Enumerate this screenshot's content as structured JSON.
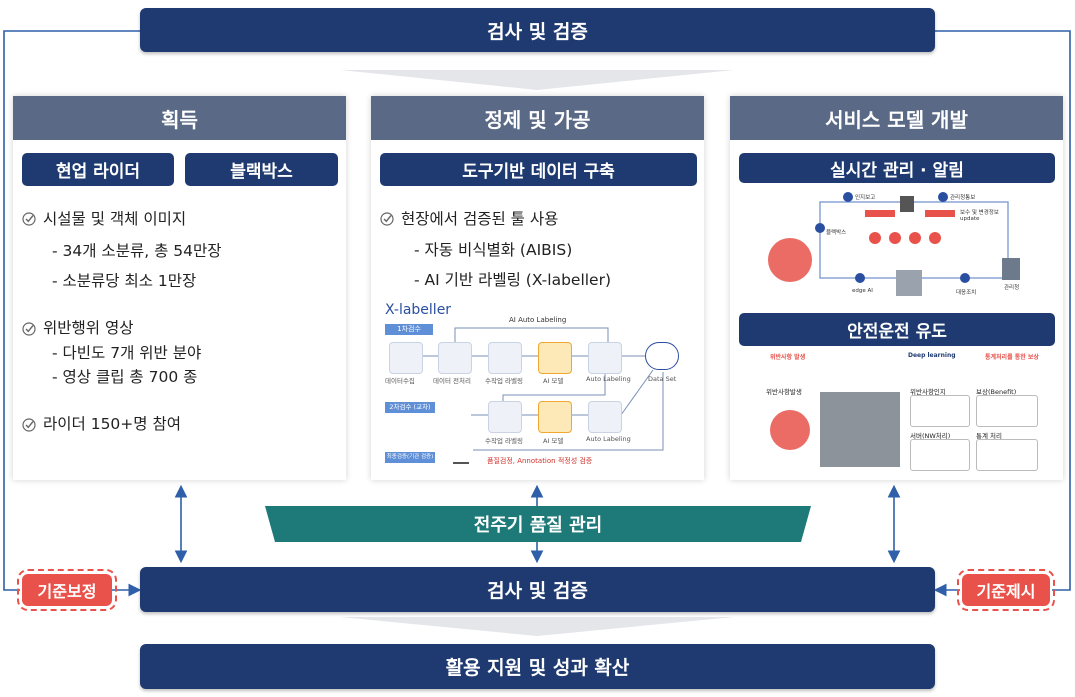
{
  "top_bar": "검사 및 검증",
  "panels": {
    "acquire": {
      "title": "획득",
      "pills": [
        "현업 라이더",
        "블랙박스"
      ],
      "items": [
        "시설물 및 객체 이미지",
        "- 34개 소분류, 총 54만장",
        "- 소분류당 최소 1만장",
        "위반행위 영상",
        "- 다빈도 7개 위반 분야",
        "- 영상 클립 총 700 종",
        "라이더 150+명 참여"
      ]
    },
    "refine": {
      "title": "정제 및 가공",
      "pill": "도구기반 데이터 구축",
      "items": [
        "현장에서 검증된 툴 사용",
        "- 자동 비식별화 (AIBIS)",
        "- AI 기반 라벨링 (X-labeller)"
      ],
      "diagram": {
        "logo": "X-labeller",
        "ai_label": "AI Auto Labeling",
        "stage1": "1차검수",
        "stage2": "2차검수 (교차)",
        "stage3": "최종검증(기관 검증)",
        "nodes_row1": [
          "데이터수집",
          "데이터 전처리",
          "수작업 라벨링",
          "AI 모델",
          "Auto Labeling",
          "Data Set"
        ],
        "nodes_row2": [
          "수작업 라벨링",
          "AI 모델",
          "Auto Labeling"
        ],
        "quality_note": "품질검정, Annotation 적정성 검증"
      }
    },
    "service": {
      "title": "서비스 모델 개발",
      "pill1": "실시간 관리 · 알림",
      "pill2": "안전운전 유도",
      "rt": {
        "labels": [
          "블랙박스",
          "인지보고",
          "관리청통보",
          "보수 및 변경정보 update",
          "edge AI",
          "관리청",
          "대응조치"
        ]
      },
      "safe": {
        "steps": [
          "위반사항발생",
          "위반사항인지",
          "보상(Benefit)",
          "서버(NW처리)",
          "통계 처리"
        ],
        "headers": [
          "위반사항 발생",
          "Deep learning",
          "통계처리를 통한 보상"
        ]
      }
    }
  },
  "lifecycle": "전주기 품질 관리",
  "bottom_bar": "검사 및 검증",
  "left_tag": "기준보정",
  "right_tag": "기준제시",
  "final_bar": "활용 지원 및 성과 확산",
  "colors": {
    "navy": "#1f3a70",
    "panel_head": "#5a6a86",
    "teal": "#1e7a78",
    "red": "#e8524a",
    "line": "#2f5fa8"
  }
}
